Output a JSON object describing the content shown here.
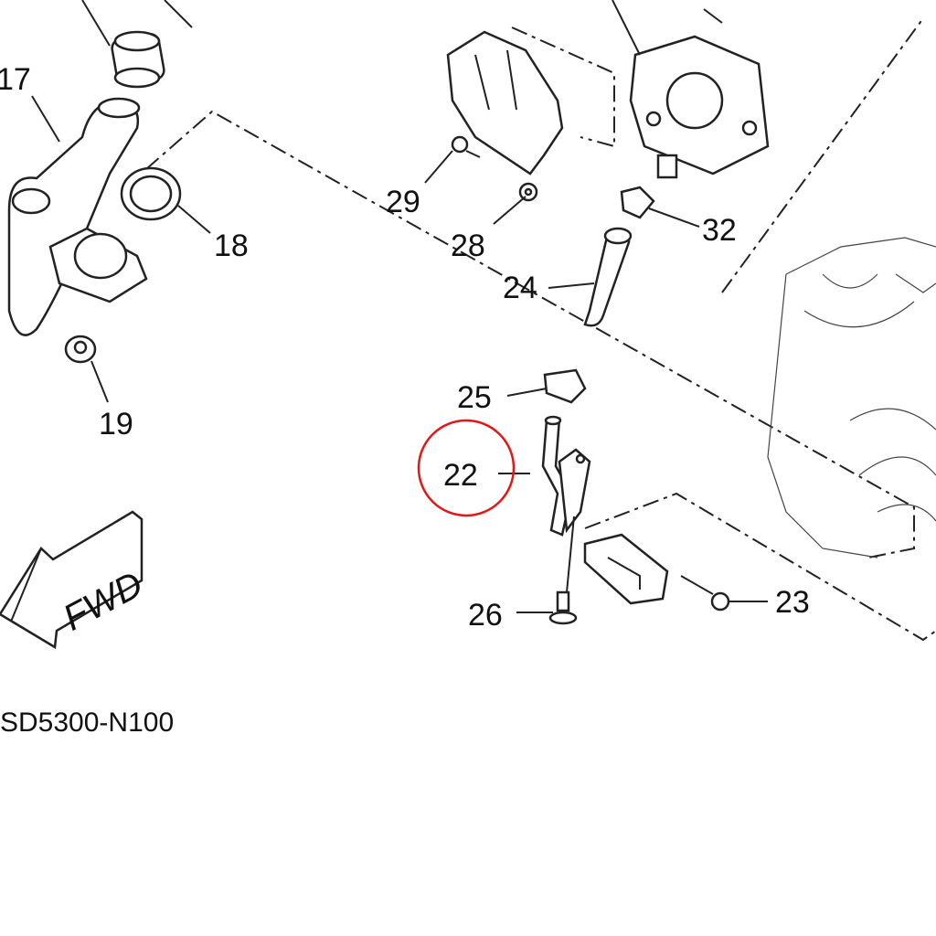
{
  "diagram": {
    "callouts": {
      "p17": "17",
      "p18": "18",
      "p19": "19",
      "p22": "22",
      "p23": "23",
      "p24": "24",
      "p25": "25",
      "p26": "26",
      "p28": "28",
      "p29": "29",
      "p32": "32"
    },
    "direction_label": "FWD",
    "drawing_code": "SD5300-N100",
    "highlight": {
      "part": "22",
      "color": "#e01818"
    }
  }
}
